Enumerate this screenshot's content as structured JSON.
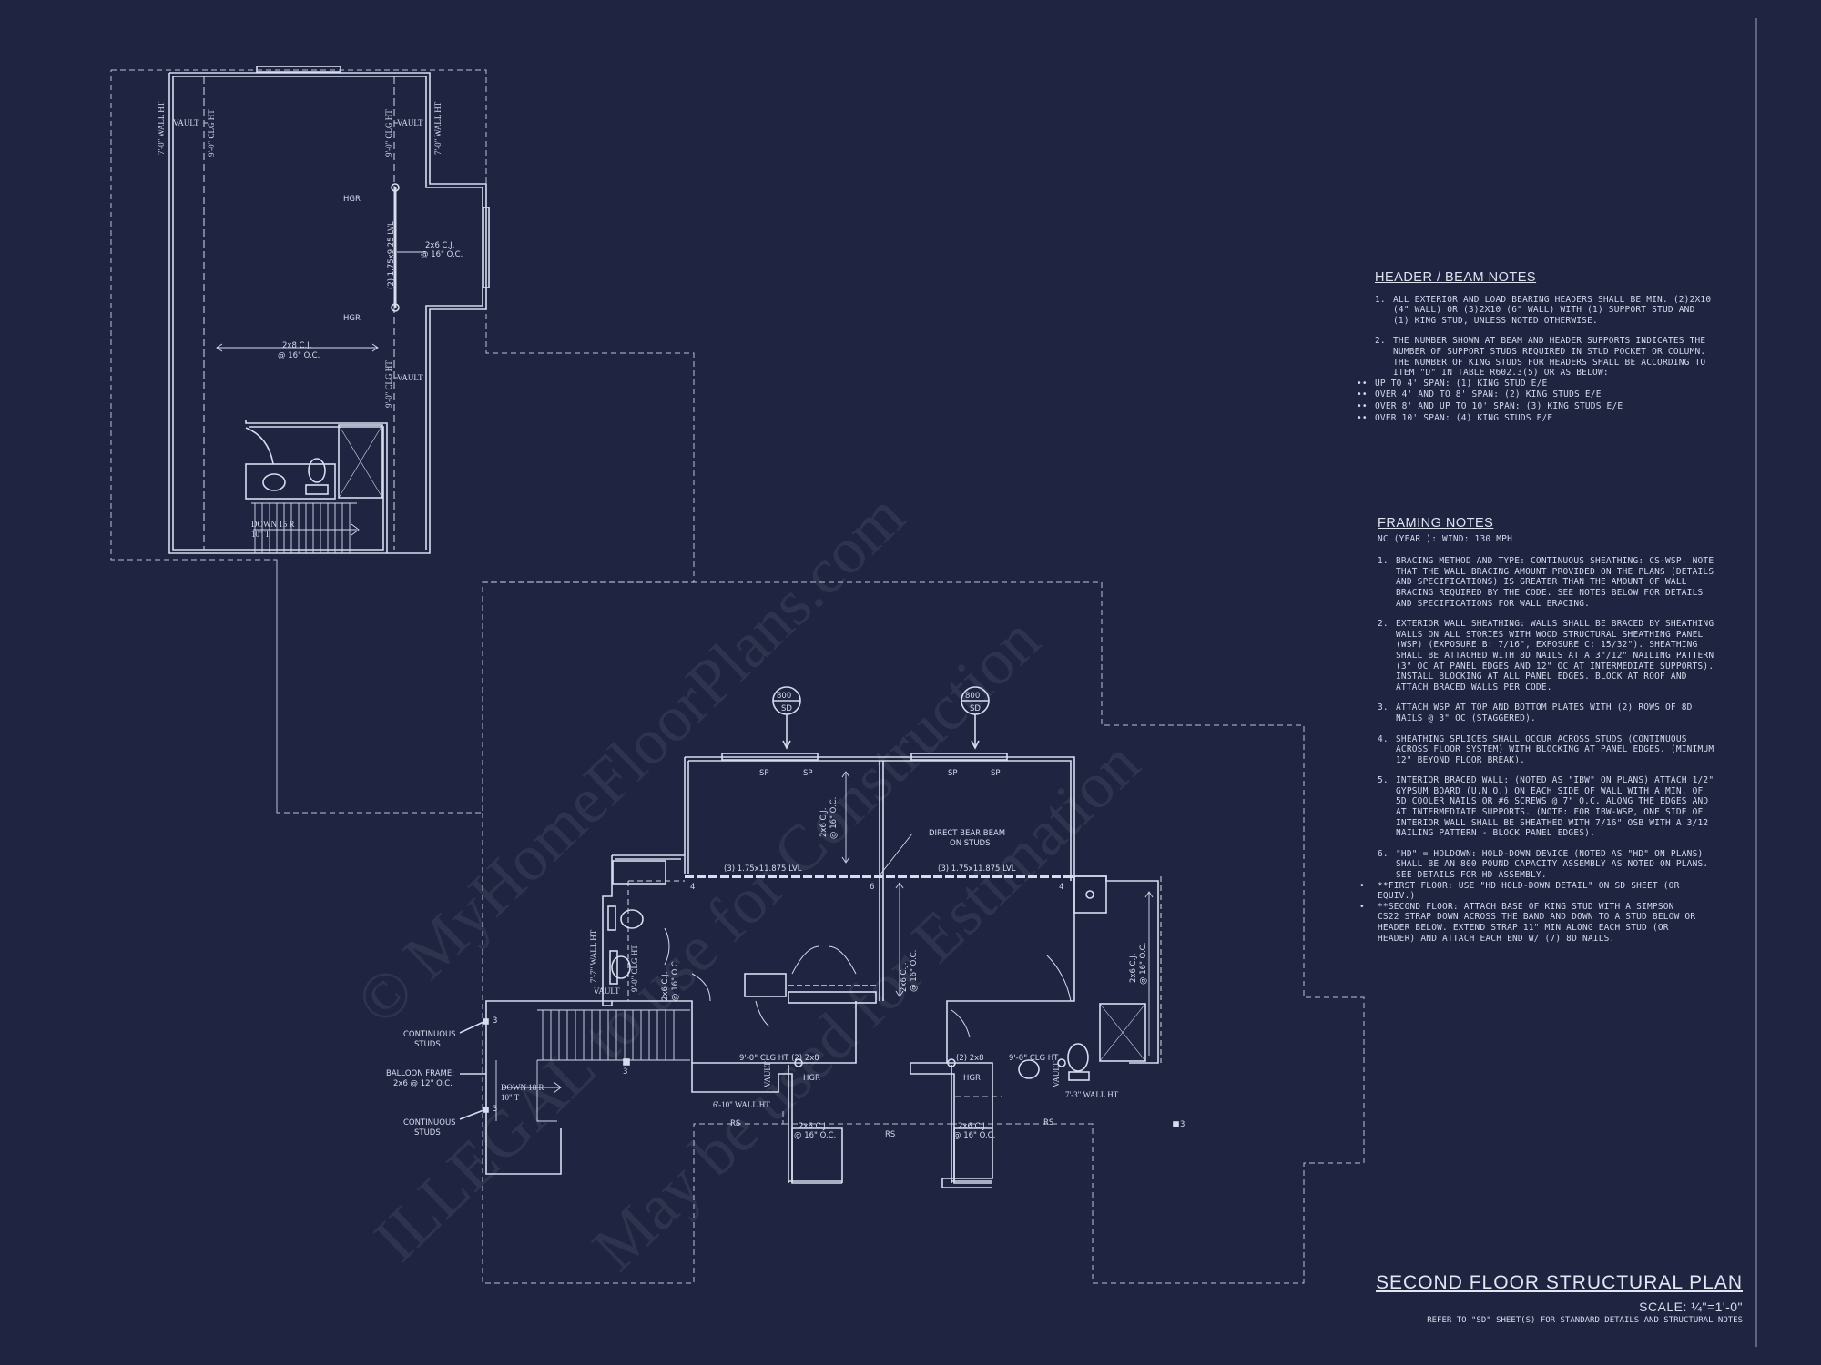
{
  "title": "SECOND FLOOR STRUCTURAL PLAN",
  "scale": "SCALE: ¼\"=1'-0\"",
  "refer_note": "REFER TO \"SD\" SHEET(S) FOR STANDARD DETAILS AND STRUCTURAL NOTES",
  "watermark": {
    "line1": "© MyHomeFloorPlans.com",
    "line2": "ILLEGAL to use for Construction",
    "line3": "May be used for Estimation"
  },
  "header_notes": {
    "heading": "HEADER / BEAM NOTES",
    "items": [
      {
        "num": "1.",
        "text": "ALL EXTERIOR AND LOAD BEARING HEADERS SHALL BE MIN. (2)2x10 (4\" WALL) OR (3)2x10 (6\" WALL) WITH (1) SUPPORT STUD AND (1) KING STUD, UNLESS NOTED OTHERWISE."
      },
      {
        "num": "2.",
        "text": "THE NUMBER SHOWN AT BEAM AND HEADER SUPPORTS INDICATES THE NUMBER OF SUPPORT STUDS REQUIRED IN STUD POCKET OR COLUMN. THE NUMBER OF KING STUDS FOR HEADERS SHALL BE ACCORDING TO ITEM \"d\" IN TABLE R602.3(5) OR AS BELOW:"
      }
    ],
    "bullets": [
      {
        "mark": "••",
        "text": "UP TO 4' SPAN: (1) KING STUD E/E"
      },
      {
        "mark": "••",
        "text": "OVER 4' AND TO 8' SPAN: (2) KING STUDS E/E"
      },
      {
        "mark": "••",
        "text": "OVER 8' AND UP TO 10' SPAN: (3) KING STUDS E/E"
      },
      {
        "mark": "••",
        "text": "OVER 10' SPAN: (4) KING STUDS E/E"
      }
    ]
  },
  "framing_notes": {
    "heading": "FRAMING NOTES",
    "subheading": "NC (YEAR ): Wind: 130 mph",
    "items": [
      {
        "num": "1.",
        "text": "BRACING METHOD AND TYPE: CONTINUOUS SHEATHING: CS-WSP. NOTE THAT THE WALL BRACING AMOUNT PROVIDED ON THE PLANS (DETAILS AND SPECIFICATIONS) IS GREATER THAN THE AMOUNT OF WALL BRACING REQUIRED BY THE CODE. SEE NOTES BELOW FOR DETAILS AND SPECIFICATIONS FOR WALL BRACING."
      },
      {
        "num": "2.",
        "text": "EXTERIOR WALL SHEATHING: WALLS SHALL BE BRACED BY SHEATHING WALLS ON ALL STORIES WITH WOOD STRUCTURAL SHEATHING PANEL (WSP) (EXPOSURE B: 7/16\", EXPOSURE C: 15/32\"). SHEATHING SHALL BE ATTACHED WITH 8d NAILS AT A 3\"/12\" NAILING PATTERN (3\" OC AT PANEL EDGES AND 12\" OC AT INTERMEDIATE SUPPORTS). INSTALL BLOCKING AT ALL PANEL EDGES. BLOCK AT ROOF AND ATTACH BRACED WALLS PER CODE."
      },
      {
        "num": "3.",
        "text": "ATTACH WSP AT TOP AND BOTTOM PLATES WITH (2) ROWS OF 8d NAILS @ 3\" OC (STAGGERED)."
      },
      {
        "num": "4.",
        "text": "SHEATHING SPLICES SHALL OCCUR ACROSS STUDS (CONTINUOUS ACROSS FLOOR SYSTEM) WITH BLOCKING AT PANEL EDGES. (MINIMUM 12\" BEYOND FLOOR BREAK)."
      },
      {
        "num": "5.",
        "text": "INTERIOR BRACED WALL: (NOTED AS \"IBW\" ON PLANS) ATTACH 1/2\" GYPSUM BOARD (U.N.O.) ON EACH SIDE OF WALL WITH A MIN. OF 5d COOLER NAILS OR #6 SCREWS @ 7\" O.C. ALONG THE EDGES AND AT INTERMEDIATE SUPPORTS. (NOTE: FOR IBW-WSP, ONE SIDE OF INTERIOR WALL SHALL BE SHEATHED WITH 7/16\" OSB WITH A 3/12 NAILING PATTERN - BLOCK PANEL EDGES)."
      },
      {
        "num": "6.",
        "text": "\"HD\" = HOLDOWN: HOLD-DOWN DEVICE (NOTED AS \"HD\" ON PLANS) SHALL BE AN 800 POUND CAPACITY ASSEMBLY AS NOTED ON PLANS. SEE DETAILS FOR HD ASSEMBLY."
      }
    ],
    "bullets": [
      {
        "mark": "•",
        "text": "**FIRST FLOOR: USE \"HD HOLD-DOWN DETAIL\" ON SD SHEET (OR EQUIV.)"
      },
      {
        "mark": "•",
        "text": "**SECOND FLOOR: ATTACH BASE OF KING STUD WITH A SIMPSON CS22 STRAP DOWN ACROSS THE BAND AND DOWN TO A STUD BELOW OR HEADER BELOW. EXTEND STRAP 11\" MIN ALONG EACH STUD (OR HEADER) AND ATTACH EACH END W/ (7) 8d NAILS."
      }
    ]
  },
  "plan_labels": {
    "wall_ht_7_0": "7'-0\" WALL HT",
    "clg_9_0": "9'-0\" CLG HT",
    "vault": "VAULT",
    "hgr": "HGR",
    "lvl_small": "(2) 1.75x9.25 LVL",
    "cj_2x6_16": "2x6 C.J.",
    "oc_16": "@ 16\" O.C.",
    "cj_2x8": "2x8 C.J.",
    "down_15r": "DOWN 15 R",
    "down_18r": "DOWN 18 R",
    "ten_t": "10\" T",
    "detail_num": "800",
    "detail_sheet": "SD",
    "sp": "SP",
    "lvl_main": "(3) 1.75x11.875 LVL",
    "direct_bear_1": "DIRECT BEAR BEAM",
    "direct_bear_2": "ON STUDS",
    "continuous_studs_1": "CONTINUOUS",
    "continuous_studs_2": "STUDS",
    "balloon_1": "BALLOON FRAME:",
    "balloon_2": "2x6 @ 12\" O.C.",
    "wall_ht_7_7": "7'-7\" WALL HT",
    "wall_ht_6_10": "6'-10\" WALL HT",
    "wall_ht_7_3": "7'-3\" WALL HT",
    "clg_2x8": "9'-0\" CLG HT (2) 2x8",
    "clg_2x8_b": "(2) 2x8",
    "rs": "RS",
    "n3": "3",
    "n4": "4",
    "n6": "6"
  }
}
